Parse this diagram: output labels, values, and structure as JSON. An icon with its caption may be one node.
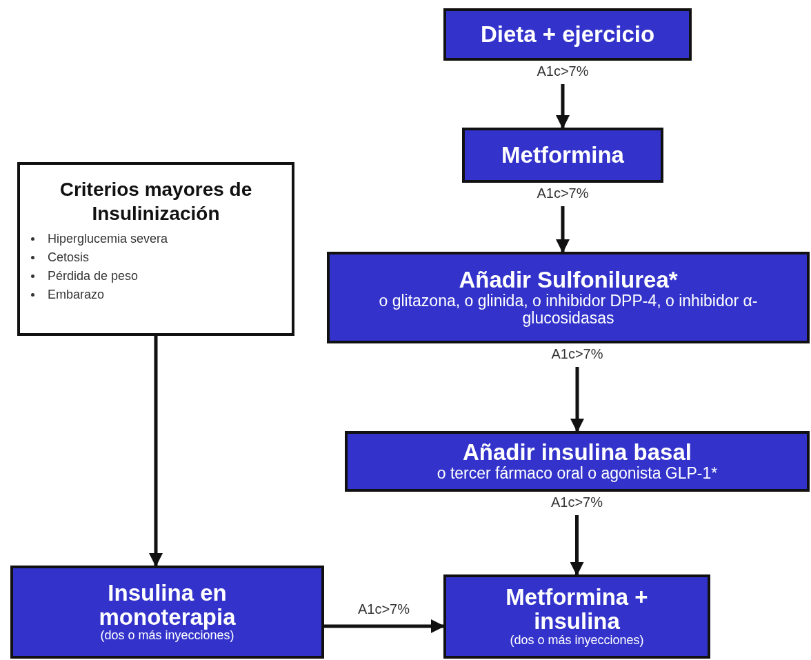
{
  "diagram": {
    "nodes": [
      {
        "text": [
          "Dieta + ejercicio"
        ]
      },
      {
        "text": [
          "Metformina"
        ]
      },
      {
        "text": [
          "Añadir Sulfonilurea*",
          "o glitazona, o glinida, o inhibidor DPP-4, o inhibidor α-glucosidasas"
        ]
      },
      {
        "text": [
          "Añadir insulina basal",
          "o tercer fármaco oral o agonista GLP-1*"
        ]
      },
      {
        "text": [
          "Criterios mayores de Insulinización",
          "Hiperglucemia severa",
          "Cetosis",
          "Pérdida de peso",
          "Embarazo"
        ]
      },
      {
        "text": [
          "Insulina en monoterapia",
          "(dos o más inyecciones)"
        ]
      },
      {
        "text": [
          "Metformina + insulina",
          "(dos o más inyecciones)"
        ]
      }
    ],
    "edges": [
      {
        "from": 0,
        "to": 1,
        "arrow": "to",
        "label": "A1c>7%"
      },
      {
        "from": 1,
        "to": 2,
        "arrow": "to",
        "label": "A1c>7%"
      },
      {
        "from": 2,
        "to": 3,
        "arrow": "to",
        "label": "A1c>7%"
      },
      {
        "from": 3,
        "to": 6,
        "arrow": "to",
        "label": "A1c>7%"
      },
      {
        "from": 4,
        "to": 5,
        "arrow": "to"
      },
      {
        "from": 5,
        "to": 6,
        "arrow": "to",
        "label": "A1c>7%"
      }
    ]
  }
}
